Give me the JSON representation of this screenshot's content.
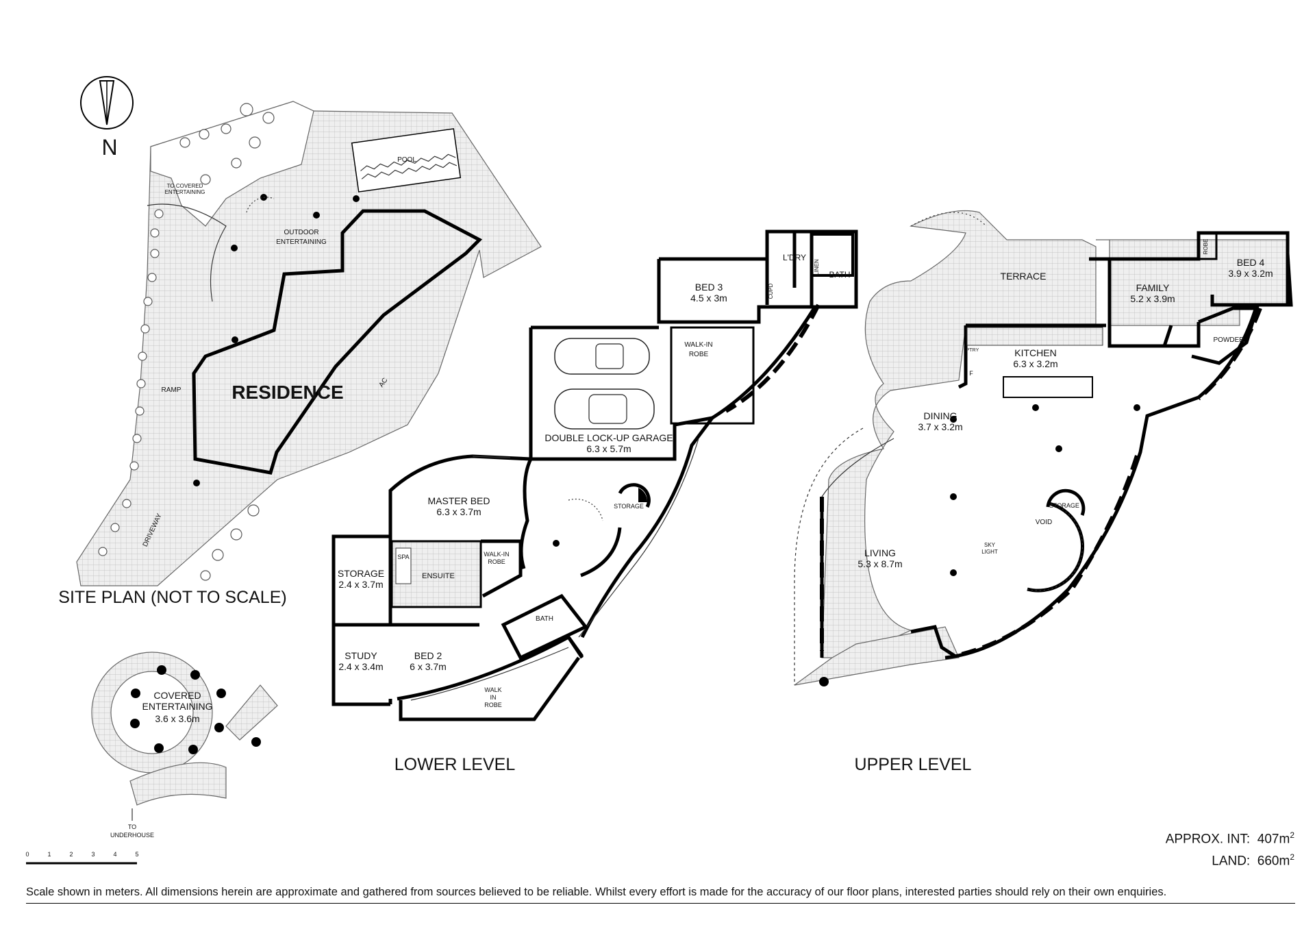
{
  "compass": {
    "letter": "N"
  },
  "site_plan": {
    "title": "SITE PLAN (NOT TO SCALE)",
    "residence": "RESIDENCE",
    "pool": "POOL",
    "outdoor_entertaining": [
      "OUTDOOR",
      "ENTERTAINING"
    ],
    "to_covered_entertaining": [
      "TO COVERED",
      "ENTERTAINING"
    ],
    "ramp": "RAMP",
    "driveway": "DRIVEWAY",
    "ac": "AC"
  },
  "covered_entertaining": {
    "name": [
      "COVERED",
      "ENTERTAINING"
    ],
    "dims": "3.6 x 3.6m",
    "to_underhouse": [
      "TO",
      "UNDERHOUSE"
    ]
  },
  "scale_bar": {
    "ticks": [
      "0",
      "1",
      "2",
      "3",
      "4",
      "5"
    ]
  },
  "lower_level": {
    "title": "LOWER LEVEL",
    "rooms": {
      "bed3": {
        "name": "BED 3",
        "dims": "4.5 x 3m"
      },
      "ldry": "L'DRY",
      "linen": "LINEN",
      "cupd": "CUPD",
      "bath_top": "BATH",
      "walkin_robe_garage": [
        "WALK-IN",
        "ROBE"
      ],
      "garage": {
        "name": "DOUBLE LOCK-UP GARAGE",
        "dims": "6.3 x 5.7m"
      },
      "master": {
        "name": "MASTER BED",
        "dims": "6.3 x 3.7m"
      },
      "storage_round": "STORAGE",
      "storage": {
        "name": "STORAGE",
        "dims": "2.4 x 3.7m"
      },
      "spa": "SPA",
      "ensuite": "ENSUITE",
      "walkin_robe_master": [
        "WALK-IN",
        "ROBE"
      ],
      "bath": "BATH",
      "study": {
        "name": "STUDY",
        "dims": "2.4 x 3.4m"
      },
      "bed2": {
        "name": "BED 2",
        "dims": "6 x 3.7m"
      },
      "walkin_robe_bed2": [
        "WALK",
        "IN",
        "ROBE"
      ]
    }
  },
  "upper_level": {
    "title": "UPPER LEVEL",
    "rooms": {
      "terrace": "TERRACE",
      "family": {
        "name": "FAMILY",
        "dims": "5.2 x 3.9m"
      },
      "robe": "ROBE",
      "bed4": {
        "name": "BED 4",
        "dims": "3.9 x 3.2m"
      },
      "powder": "POWDER",
      "kitchen": {
        "name": "KITCHEN",
        "dims": "6.3 x 3.2m"
      },
      "ptry": "PTRY",
      "fridge": "F",
      "dining": {
        "name": "DINING",
        "dims": "3.7 x 3.2m"
      },
      "storage": "STORAGE",
      "void": "VOID",
      "skylight": [
        "SKY",
        "LIGHT"
      ],
      "living": {
        "name": "LIVING",
        "dims": "5.3 x 8.7m"
      }
    }
  },
  "areas": {
    "int_label": "APPROX. INT:",
    "int_value": "407m",
    "land_label": "LAND:",
    "land_value": "660m",
    "unit_exp": "2"
  },
  "disclaimer": "Scale shown in meters. All dimensions herein are approximate and gathered from sources believed to be  reliable. Whilst every effort is made for the accuracy of our floor plans, interested parties should rely on their own enquiries."
}
